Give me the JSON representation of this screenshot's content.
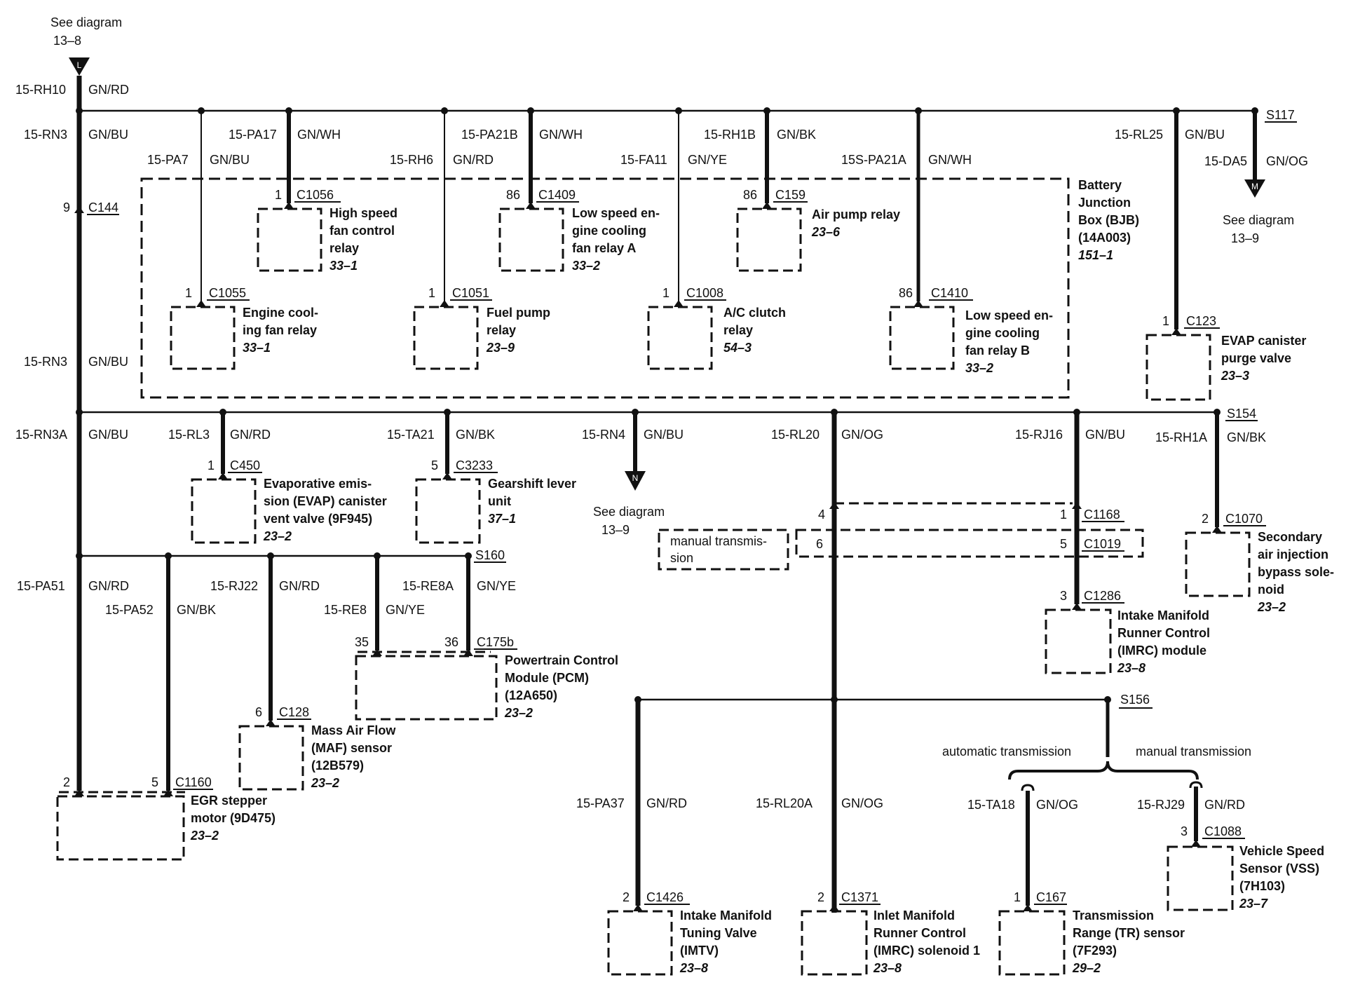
{
  "top_ref": {
    "line1": "See diagram",
    "line2": "13–8",
    "conn": "L"
  },
  "main_wire": {
    "circuit": "15-RH10",
    "color": "GN/RD"
  },
  "rn3": {
    "circuit": "15-RN3",
    "color": "GN/BU",
    "pin": "9",
    "conn": "C144"
  },
  "rn3b": {
    "circuit": "15-RN3",
    "color": "GN/BU"
  },
  "rn3a": {
    "circuit": "15-RN3A",
    "color": "GN/BU"
  },
  "s117": "S117",
  "s154": "S154",
  "s160": "S160",
  "s156": "S156",
  "bjb": {
    "l1": "Battery",
    "l2": "Junction",
    "l3": "Box (BJB)",
    "l4": "(14A003)",
    "ref": "151–1"
  },
  "pa7": {
    "circuit": "15-PA7",
    "color": "GN/BU"
  },
  "pa17": {
    "circuit": "15-PA17",
    "color": "GN/WH"
  },
  "rh6": {
    "circuit": "15-RH6",
    "color": "GN/RD"
  },
  "pa21b": {
    "circuit": "15-PA21B",
    "color": "GN/WH"
  },
  "fa11": {
    "circuit": "15-FA11",
    "color": "GN/YE"
  },
  "rh1b": {
    "circuit": "15-RH1B",
    "color": "GN/BK"
  },
  "pa21a": {
    "circuit": "15S-PA21A",
    "color": "GN/WH"
  },
  "rl25": {
    "circuit": "15-RL25",
    "color": "GN/BU"
  },
  "da5": {
    "circuit": "15-DA5",
    "color": "GN/OG",
    "conn": "M",
    "line1": "See diagram",
    "line2": "13–9"
  },
  "c1056": {
    "pin": "1",
    "conn": "C1056",
    "l1": "High speed",
    "l2": "fan control",
    "l3": "relay",
    "ref": "33–1"
  },
  "c1409": {
    "pin": "86",
    "conn": "C1409",
    "l1": "Low speed en-",
    "l2": "gine cooling",
    "l3": "fan relay A",
    "ref": "33–2"
  },
  "c159": {
    "pin": "86",
    "conn": "C159",
    "l1": "Air pump relay",
    "ref": "23–6"
  },
  "c1055": {
    "pin": "1",
    "conn": "C1055",
    "l1": "Engine cool-",
    "l2": "ing fan relay",
    "ref": "33–1"
  },
  "c1051": {
    "pin": "1",
    "conn": "C1051",
    "l1": "Fuel pump",
    "l2": "relay",
    "ref": "23–9"
  },
  "c1008": {
    "pin": "1",
    "conn": "C1008",
    "l1": "A/C clutch",
    "l2": "relay",
    "ref": "54–3"
  },
  "c1410": {
    "pin": "86",
    "conn": "C1410",
    "l1": "Low speed en-",
    "l2": "gine cooling",
    "l3": "fan relay B",
    "ref": "33–2"
  },
  "c123": {
    "pin": "1",
    "conn": "C123",
    "l1": "EVAP canister",
    "l2": "purge valve",
    "ref": "23–3"
  },
  "rl3": {
    "circuit": "15-RL3",
    "color": "GN/RD"
  },
  "ta21": {
    "circuit": "15-TA21",
    "color": "GN/BK"
  },
  "rn4": {
    "circuit": "15-RN4",
    "color": "GN/BU",
    "conn": "N",
    "line1": "See diagram",
    "line2": "13–9"
  },
  "rl20": {
    "circuit": "15-RL20",
    "color": "GN/OG"
  },
  "rj16": {
    "circuit": "15-RJ16",
    "color": "GN/BU"
  },
  "rh1a": {
    "circuit": "15-RH1A",
    "color": "GN/BK"
  },
  "c450": {
    "pin": "1",
    "conn": "C450",
    "l1": "Evaporative emis-",
    "l2": "sion (EVAP) canister",
    "l3": "vent valve (9F945)",
    "ref": "23–2"
  },
  "c3233": {
    "pin": "5",
    "conn": "C3233",
    "l1": "Gearshift lever",
    "l2": "unit",
    "ref": "37–1"
  },
  "c1168": {
    "pin_left": "4",
    "pin": "1",
    "conn": "C1168"
  },
  "c1019": {
    "pin_left": "6",
    "pin": "5",
    "conn": "C1019"
  },
  "manual_box": {
    "l1": "manual transmis-",
    "l2": "sion"
  },
  "c1070": {
    "pin": "2",
    "conn": "C1070",
    "l1": "Secondary",
    "l2": "air injection",
    "l3": "bypass sole-",
    "l4": "noid",
    "ref": "23–2"
  },
  "c1286": {
    "pin": "3",
    "conn": "C1286",
    "l1": "Intake Manifold",
    "l2": "Runner Control",
    "l3": "(IMRC) module",
    "ref": "23–8"
  },
  "pa51": {
    "circuit": "15-PA51",
    "color": "GN/RD"
  },
  "pa52": {
    "circuit": "15-PA52",
    "color": "GN/BK"
  },
  "rj22": {
    "circuit": "15-RJ22",
    "color": "GN/RD"
  },
  "re8": {
    "circuit": "15-RE8",
    "color": "GN/YE"
  },
  "re8a": {
    "circuit": "15-RE8A",
    "color": "GN/YE"
  },
  "pcm": {
    "pin1": "35",
    "pin2": "36",
    "conn": "C175b",
    "l1": "Powertrain Control",
    "l2": "Module (PCM)",
    "l3": "(12A650)",
    "ref": "23–2"
  },
  "c128": {
    "pin": "6",
    "conn": "C128",
    "l1": "Mass Air Flow",
    "l2": "(MAF) sensor",
    "l3": "(12B579)",
    "ref": "23–2"
  },
  "c1160": {
    "pin1": "2",
    "pin2": "5",
    "conn": "C1160",
    "l1": "EGR stepper",
    "l2": "motor (9D475)",
    "ref": "23–2"
  },
  "trans": {
    "auto": "automatic transmission",
    "manual": "manual transmission"
  },
  "pa37": {
    "circuit": "15-PA37",
    "color": "GN/RD"
  },
  "rl20a": {
    "circuit": "15-RL20A",
    "color": "GN/OG"
  },
  "ta18": {
    "circuit": "15-TA18",
    "color": "GN/OG"
  },
  "rj29": {
    "circuit": "15-RJ29",
    "color": "GN/RD"
  },
  "c1088": {
    "pin": "3",
    "conn": "C1088",
    "l1": "Vehicle Speed",
    "l2": "Sensor (VSS)",
    "l3": "(7H103)",
    "ref": "23–7"
  },
  "c1426": {
    "pin": "2",
    "conn": "C1426",
    "l1": "Intake Manifold",
    "l2": "Tuning Valve",
    "l3": "(IMTV)",
    "ref": "23–8"
  },
  "c1371": {
    "pin": "2",
    "conn": "C1371",
    "l1": "Inlet Manifold",
    "l2": "Runner Control",
    "l3": "(IMRC) solenoid 1",
    "ref": "23–8"
  },
  "c167": {
    "pin": "1",
    "conn": "C167",
    "l1": "Transmission",
    "l2": "Range (TR) sensor",
    "l3": "(7F293)",
    "ref": "29–2"
  }
}
